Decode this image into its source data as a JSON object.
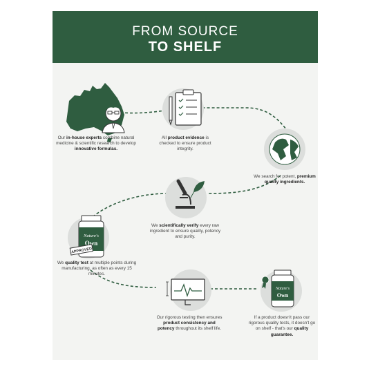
{
  "header": {
    "line1": "FROM SOURCE",
    "line2": "TO SHELF"
  },
  "colors": {
    "brand_green": "#2f5d40",
    "poster_bg": "#f3f4f2",
    "icon_circle": "#dcdedc"
  },
  "steps": [
    {
      "pre": "Our ",
      "bold1": "in-house experts",
      "mid": " combine natural medicine & scientific research to develop ",
      "bold2": "innovative formulas.",
      "post": ""
    },
    {
      "pre": "All ",
      "bold1": "product evidence",
      "mid": " is checked to ensure product integrity.",
      "bold2": "",
      "post": ""
    },
    {
      "pre": "We search for potent, ",
      "bold1": "premium quality ingredients.",
      "mid": "",
      "bold2": "",
      "post": ""
    },
    {
      "pre": "We ",
      "bold1": "scientifically verify",
      "mid": " every raw ingredient to ensure quality, potency and purity.",
      "bold2": "",
      "post": ""
    },
    {
      "pre": "We ",
      "bold1": "quality test",
      "mid": " at multiple points during manufacturing, as often as every 15 minutes.",
      "bold2": "",
      "post": ""
    },
    {
      "pre": "Our rigorous testing then ensures ",
      "bold1": "product consistency and potency",
      "mid": " throughout its shelf life.",
      "bold2": "",
      "post": ""
    },
    {
      "pre": "If a product doesn't pass our rigorous quality tests, it doesn't go on shelf - that's our ",
      "bold1": "quality guarantee.",
      "mid": "",
      "bold2": "",
      "post": ""
    }
  ],
  "brand": {
    "label_line1": "Nature's",
    "label_line2": "Own",
    "stamp": "APPROVED"
  },
  "icons": [
    "australia-map-scientist-icon",
    "clipboard-checklist-icon",
    "globe-icon",
    "microscope-leaf-icon",
    "vitamin-bottle-approved-icon",
    "monitor-waveform-icon",
    "bottle-award-icon"
  ]
}
